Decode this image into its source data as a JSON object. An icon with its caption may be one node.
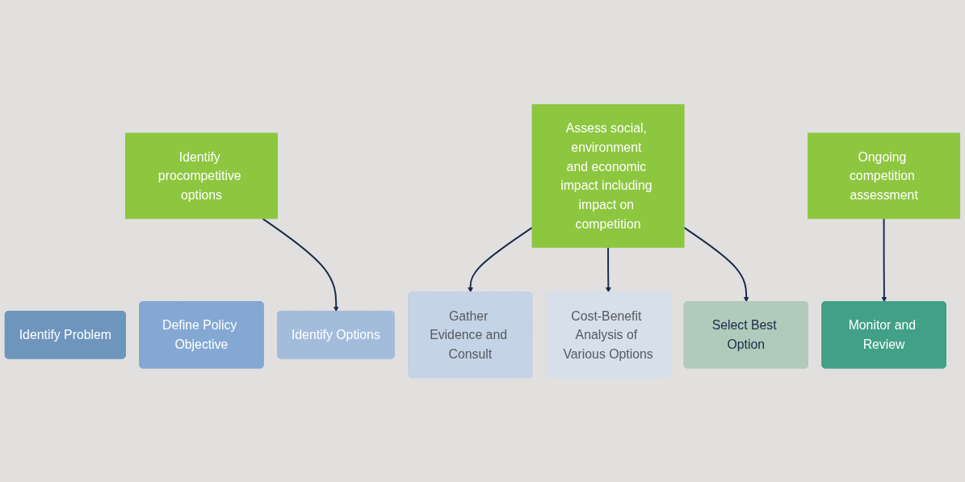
{
  "diagram": {
    "nodes": [
      {
        "text": [
          "Identify procompetitive options"
        ]
      },
      {
        "text": [
          "Assess social, environment and economic impact including impact on competition"
        ]
      },
      {
        "text": [
          "Ongoing competition assessment"
        ]
      },
      {
        "text": [
          "Identify Problem"
        ]
      },
      {
        "text": [
          "Define Policy Objective"
        ]
      },
      {
        "text": [
          "Identify Options"
        ]
      },
      {
        "text": [
          "Gather Evidence and Consult"
        ]
      },
      {
        "text": [
          "Cost-Benefit Analysis of Various Options"
        ]
      },
      {
        "text": [
          "Select Best Option"
        ]
      },
      {
        "text": [
          "Monitor and Review"
        ]
      }
    ],
    "edges": [
      {
        "from": 0,
        "to": 5,
        "arrow": "to"
      },
      {
        "from": 1,
        "to": 6,
        "arrow": "to"
      },
      {
        "from": 1,
        "to": 7,
        "arrow": "to"
      },
      {
        "from": 1,
        "to": 8,
        "arrow": "to"
      },
      {
        "from": 2,
        "to": 9,
        "arrow": "to"
      }
    ]
  }
}
